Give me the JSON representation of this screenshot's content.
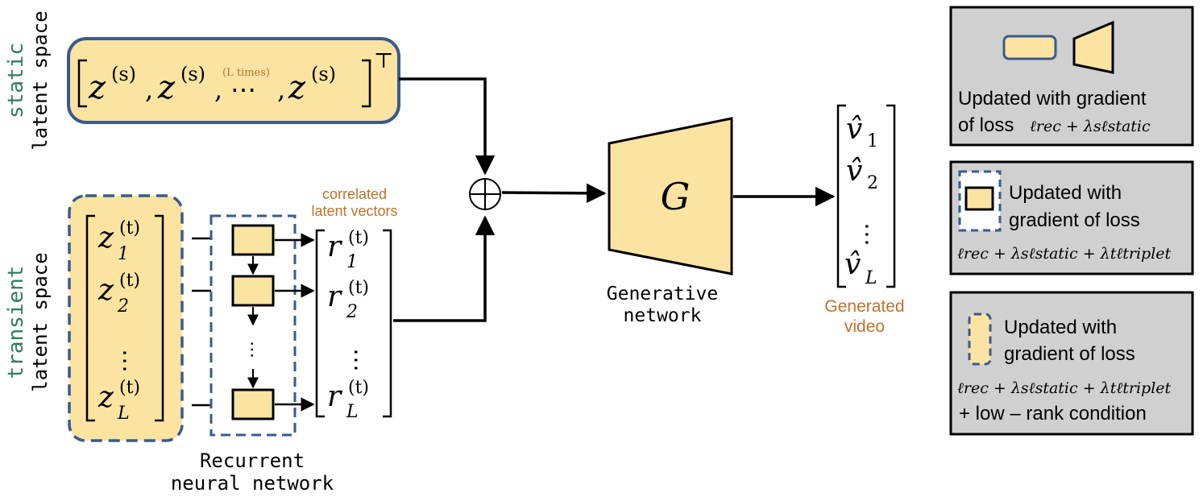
{
  "colors": {
    "fill": "#fbe3a2",
    "border": "#3a5a8c",
    "green": "#2e7d5a",
    "orange": "#c0712a",
    "legend_bg": "#d0d0d0"
  },
  "static_label": {
    "word": "static",
    "rest": "latent space"
  },
  "transient_label": {
    "word": "transient",
    "rest": "latent space"
  },
  "static_vector": {
    "z": "z",
    "sup": "(s)",
    "ltimes": "(L times)",
    "transpose": "⊤"
  },
  "transient_vector": {
    "z": "z",
    "sup": "(t)",
    "subs": [
      "1",
      "2",
      "L"
    ]
  },
  "rnn_output": {
    "r": "r",
    "sup": "(t)",
    "subs": [
      "1",
      "2",
      "L"
    ]
  },
  "correlated_label": [
    "correlated",
    "latent vectors"
  ],
  "rnn_label": [
    "Recurrent",
    "neural network"
  ],
  "generator": {
    "symbol": "G",
    "label": [
      "Generative",
      "network"
    ]
  },
  "output": {
    "v": "v̂",
    "subs": [
      "1",
      "2",
      "L"
    ],
    "label": [
      "Generated",
      "video"
    ]
  },
  "legend": [
    {
      "lines": [
        "Updated with gradient",
        "of loss"
      ],
      "formula": "ℓrec + λsℓstatic"
    },
    {
      "lines": [
        "Updated with",
        "gradient of loss"
      ],
      "formula": "ℓrec + λsℓstatic + λtℓtriplet"
    },
    {
      "lines": [
        "Updated with",
        "gradient of loss"
      ],
      "formula": "ℓrec + λsℓstatic + λtℓtriplet",
      "extra": "+ low – rank condition"
    }
  ]
}
